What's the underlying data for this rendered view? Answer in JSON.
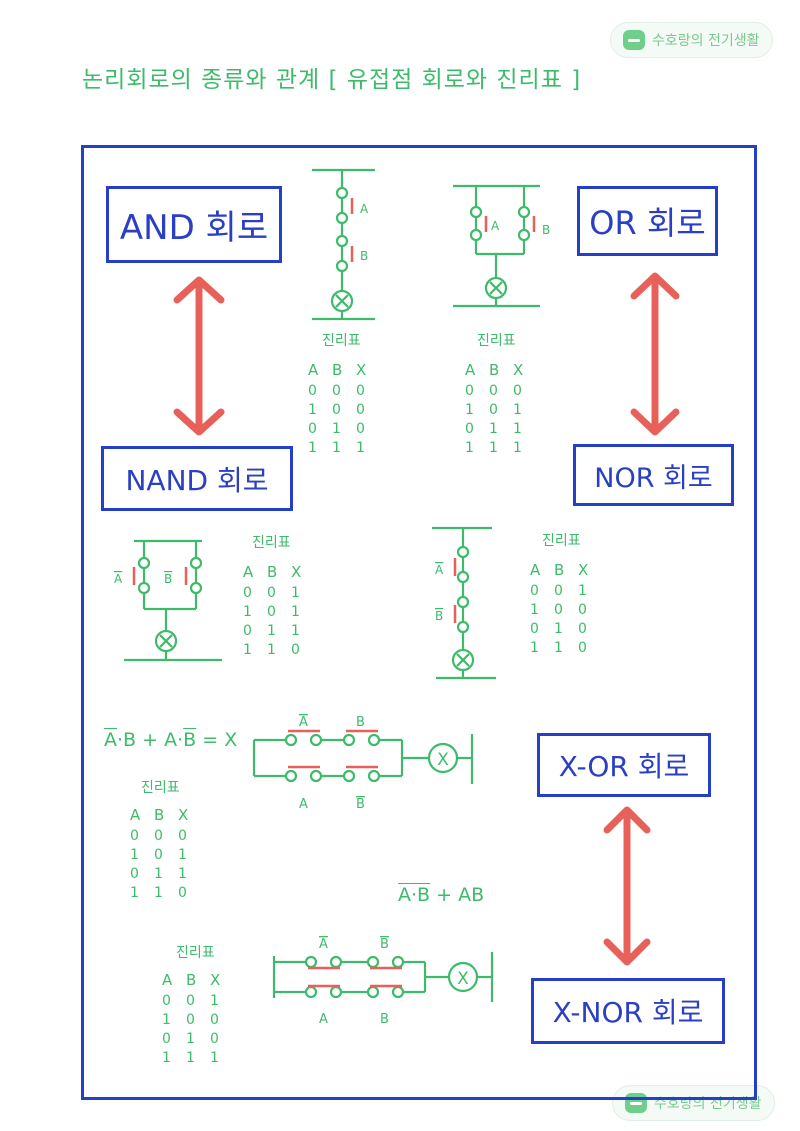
{
  "title": "논리회로의 종류와 관계 [ 유접점 회로와 진리표 ]",
  "badge": {
    "text": "수호랑의 전기생활"
  },
  "gates": {
    "and": "AND 회로",
    "or": "OR 회로",
    "nand": "NAND 회로",
    "nor": "NOR 회로",
    "xor": "X-OR 회로",
    "xnor": "X-NOR 회로"
  },
  "truth_title": "진리표",
  "truth_tables": {
    "and": {
      "header": [
        "A",
        "B",
        "X"
      ],
      "rows": [
        [
          "0",
          "0",
          "0"
        ],
        [
          "1",
          "0",
          "0"
        ],
        [
          "0",
          "1",
          "0"
        ],
        [
          "1",
          "1",
          "1"
        ]
      ]
    },
    "or": {
      "header": [
        "A",
        "B",
        "X"
      ],
      "rows": [
        [
          "0",
          "0",
          "0"
        ],
        [
          "1",
          "0",
          "1"
        ],
        [
          "0",
          "1",
          "1"
        ],
        [
          "1",
          "1",
          "1"
        ]
      ]
    },
    "nand": {
      "header": [
        "A",
        "B",
        "X"
      ],
      "rows": [
        [
          "0",
          "0",
          "1"
        ],
        [
          "1",
          "0",
          "1"
        ],
        [
          "0",
          "1",
          "1"
        ],
        [
          "1",
          "1",
          "0"
        ]
      ]
    },
    "nor": {
      "header": [
        "A",
        "B",
        "X"
      ],
      "rows": [
        [
          "0",
          "0",
          "1"
        ],
        [
          "1",
          "0",
          "0"
        ],
        [
          "0",
          "1",
          "0"
        ],
        [
          "1",
          "1",
          "0"
        ]
      ]
    },
    "xor": {
      "header": [
        "A",
        "B",
        "X"
      ],
      "rows": [
        [
          "0",
          "0",
          "0"
        ],
        [
          "1",
          "0",
          "1"
        ],
        [
          "0",
          "1",
          "1"
        ],
        [
          "1",
          "1",
          "0"
        ]
      ]
    },
    "xnor": {
      "header": [
        "A",
        "B",
        "X"
      ],
      "rows": [
        [
          "0",
          "0",
          "1"
        ],
        [
          "1",
          "0",
          "0"
        ],
        [
          "0",
          "1",
          "0"
        ],
        [
          "1",
          "1",
          "1"
        ]
      ]
    }
  },
  "labels": {
    "a": "A",
    "b": "B",
    "x": "X"
  },
  "formulas": {
    "xor": {
      "t1": "A",
      "t2": "B",
      "op1": "+",
      "t3": "A",
      "t4": "B",
      "eq": "= X"
    },
    "xnor": {
      "t1": "A",
      "t2": "B",
      "op1": "+",
      "t3": "AB"
    }
  },
  "colors": {
    "green": "#3dbb6a",
    "blue": "#2440c8",
    "red": "#e8605a",
    "redfill": "#f07d78"
  }
}
